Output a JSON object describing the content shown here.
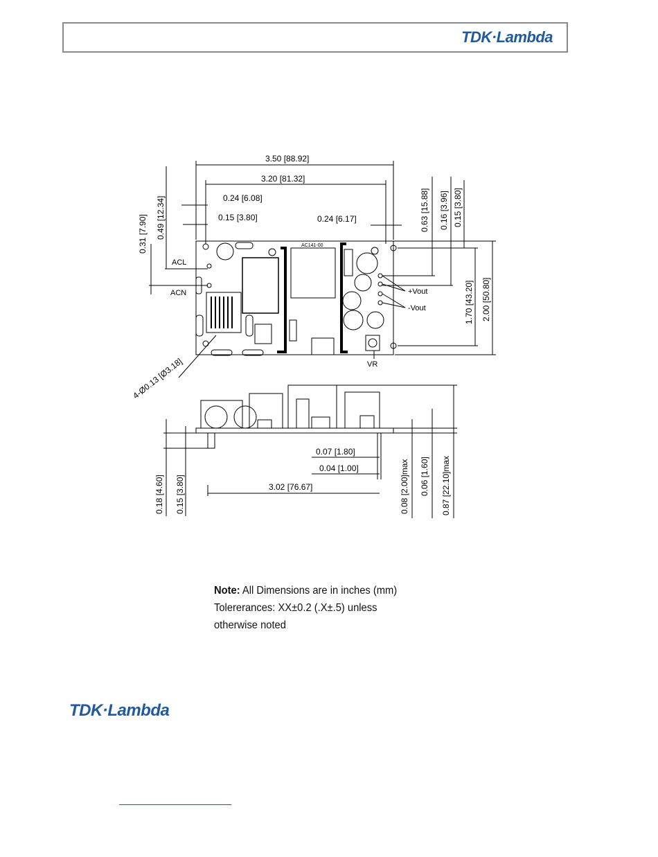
{
  "header": {
    "brand": "TDK·Lambda"
  },
  "footer": {
    "brand": "TDK·Lambda"
  },
  "note": {
    "label": "Note:",
    "line1": "All Dimensions are in inches (mm)",
    "line2": "Tolererances: XX±0.2 (.X±.5) unless",
    "line3": "otherwise noted"
  },
  "drawing": {
    "board_marking": "AC141-00",
    "labels": {
      "acl": "ACL",
      "acn": "ACN",
      "vout_pos": "+Vout",
      "vout_neg": "-Vout",
      "vr": "VR"
    },
    "dims": {
      "width_total": "3.50 [88.92]",
      "width_holes": "3.20 [81.32]",
      "left_024": "0.24 [6.08]",
      "left_015": "0.15 [3.80]",
      "right_024": "0.24 [6.17]",
      "v031": "0.31 [7.90]",
      "v049": "0.49 [12.34]",
      "v063": "0.63 [15.88]",
      "v016": "0.16 [3.96]",
      "v015r": "0.15 [3.80]",
      "v170": "1.70 [43.20]",
      "v200": "2.00 [50.80]",
      "holes": "4-Ø0.13 [Ø3.18]",
      "pin_007": "0.07 [1.80]",
      "pin_004": "0.04 [1.00]",
      "base_302": "3.02 [76.67]",
      "v018": "0.18 [4.60]",
      "v015b": "0.15 [3.80]",
      "v008": "0.08 [2.00]max",
      "v006": "0.06 [1.60]",
      "v087": "0.87 [22.10]max"
    }
  }
}
